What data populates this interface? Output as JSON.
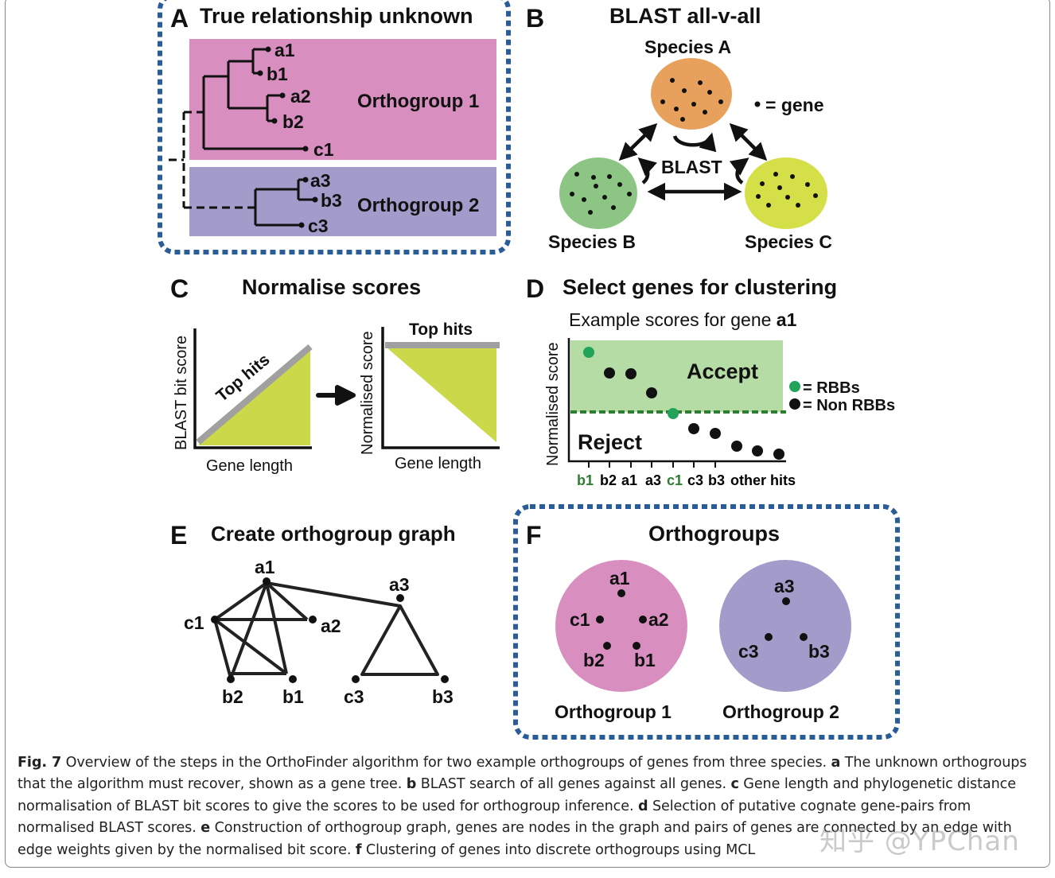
{
  "colors": {
    "dash_blue": "#2a5d97",
    "orthogroup1": "#d88fbf",
    "orthogroup2": "#a39bca",
    "species_a": "#e7a15c",
    "species_b": "#8dc585",
    "species_c": "#d5df47",
    "triangle_fill": "#cad84a",
    "accept_fill": "#b5dca4",
    "green_text": "#2e7d32",
    "rbb_dot": "#22a35a",
    "gray_bar": "#a0a0a0"
  },
  "panel_a": {
    "letter": "A",
    "title": "True relationship unknown",
    "group1_label": "Orthogroup 1",
    "group2_label": "Orthogroup 2",
    "leaves": [
      "a1",
      "b1",
      "a2",
      "b2",
      "c1",
      "a3",
      "b3",
      "c3"
    ]
  },
  "panel_b": {
    "letter": "B",
    "title": "BLAST all-v-all",
    "species_a": "Species A",
    "species_b": "Species B",
    "species_c": "Species C",
    "gene_legend": "= gene",
    "blast_label": "BLAST"
  },
  "panel_c": {
    "letter": "C",
    "title": "Normalise scores",
    "left_ylabel": "BLAST bit score",
    "left_xlabel": "Gene length",
    "left_tophits": "Top hits",
    "right_ylabel": "Normalised score",
    "right_xlabel": "Gene length",
    "right_tophits": "Top hits"
  },
  "panel_d": {
    "letter": "D",
    "title": "Select genes for clustering",
    "subtitle_prefix": "Example scores for gene",
    "subtitle_gene": "a1",
    "accept": "Accept",
    "reject": "Reject",
    "ylabel": "Normalised score",
    "legend_rbb": "= RBBs",
    "legend_non_rbb": "= Non RBBs"
  },
  "chart_data": {
    "type": "scatter",
    "categories": [
      "b1",
      "b2",
      "a1",
      "a3",
      "c1",
      "c3",
      "b3",
      "other hits"
    ],
    "rbb_categories": [
      "b1",
      "c1"
    ]
  },
  "panel_e": {
    "letter": "E",
    "title": "Create orthogroup graph",
    "nodes": [
      "a1",
      "c1",
      "a2",
      "b2",
      "b1",
      "a3",
      "c3",
      "b3"
    ]
  },
  "panel_f": {
    "letter": "F",
    "title": "Orthogroups",
    "group1_label": "Orthogroup 1",
    "group2_label": "Orthogroup 2",
    "group1_genes": [
      "a1",
      "c1",
      "a2",
      "b2",
      "b1"
    ],
    "group2_genes": [
      "a3",
      "c3",
      "b3"
    ]
  },
  "caption": {
    "fig_label": "Fig. 7",
    "intro": " Overview of the steps in the OrthoFinder algorithm for two example orthogroups of genes from three species. ",
    "a_label": "a",
    "a_text": " The unknown orthogroups that the algorithm must recover, shown as a gene tree. ",
    "b_label": "b",
    "b_text": " BLAST search of all genes against all genes. ",
    "c_label": "c",
    "c_text": " Gene length and phylogenetic distance normalisation of BLAST bit scores to give the scores to be used for orthogroup inference. ",
    "d_label": "d",
    "d_text": " Selection of putative cognate gene-pairs from normalised BLAST scores. ",
    "e_label": "e",
    "e_text": " Construction of orthogroup graph, genes are nodes in the graph and pairs of genes are connected by an edge with edge weights given by the normalised bit score. ",
    "f_label": "f",
    "f_text": " Clustering of genes into discrete orthogroups using MCL"
  },
  "watermark": "知乎 @YPChan"
}
